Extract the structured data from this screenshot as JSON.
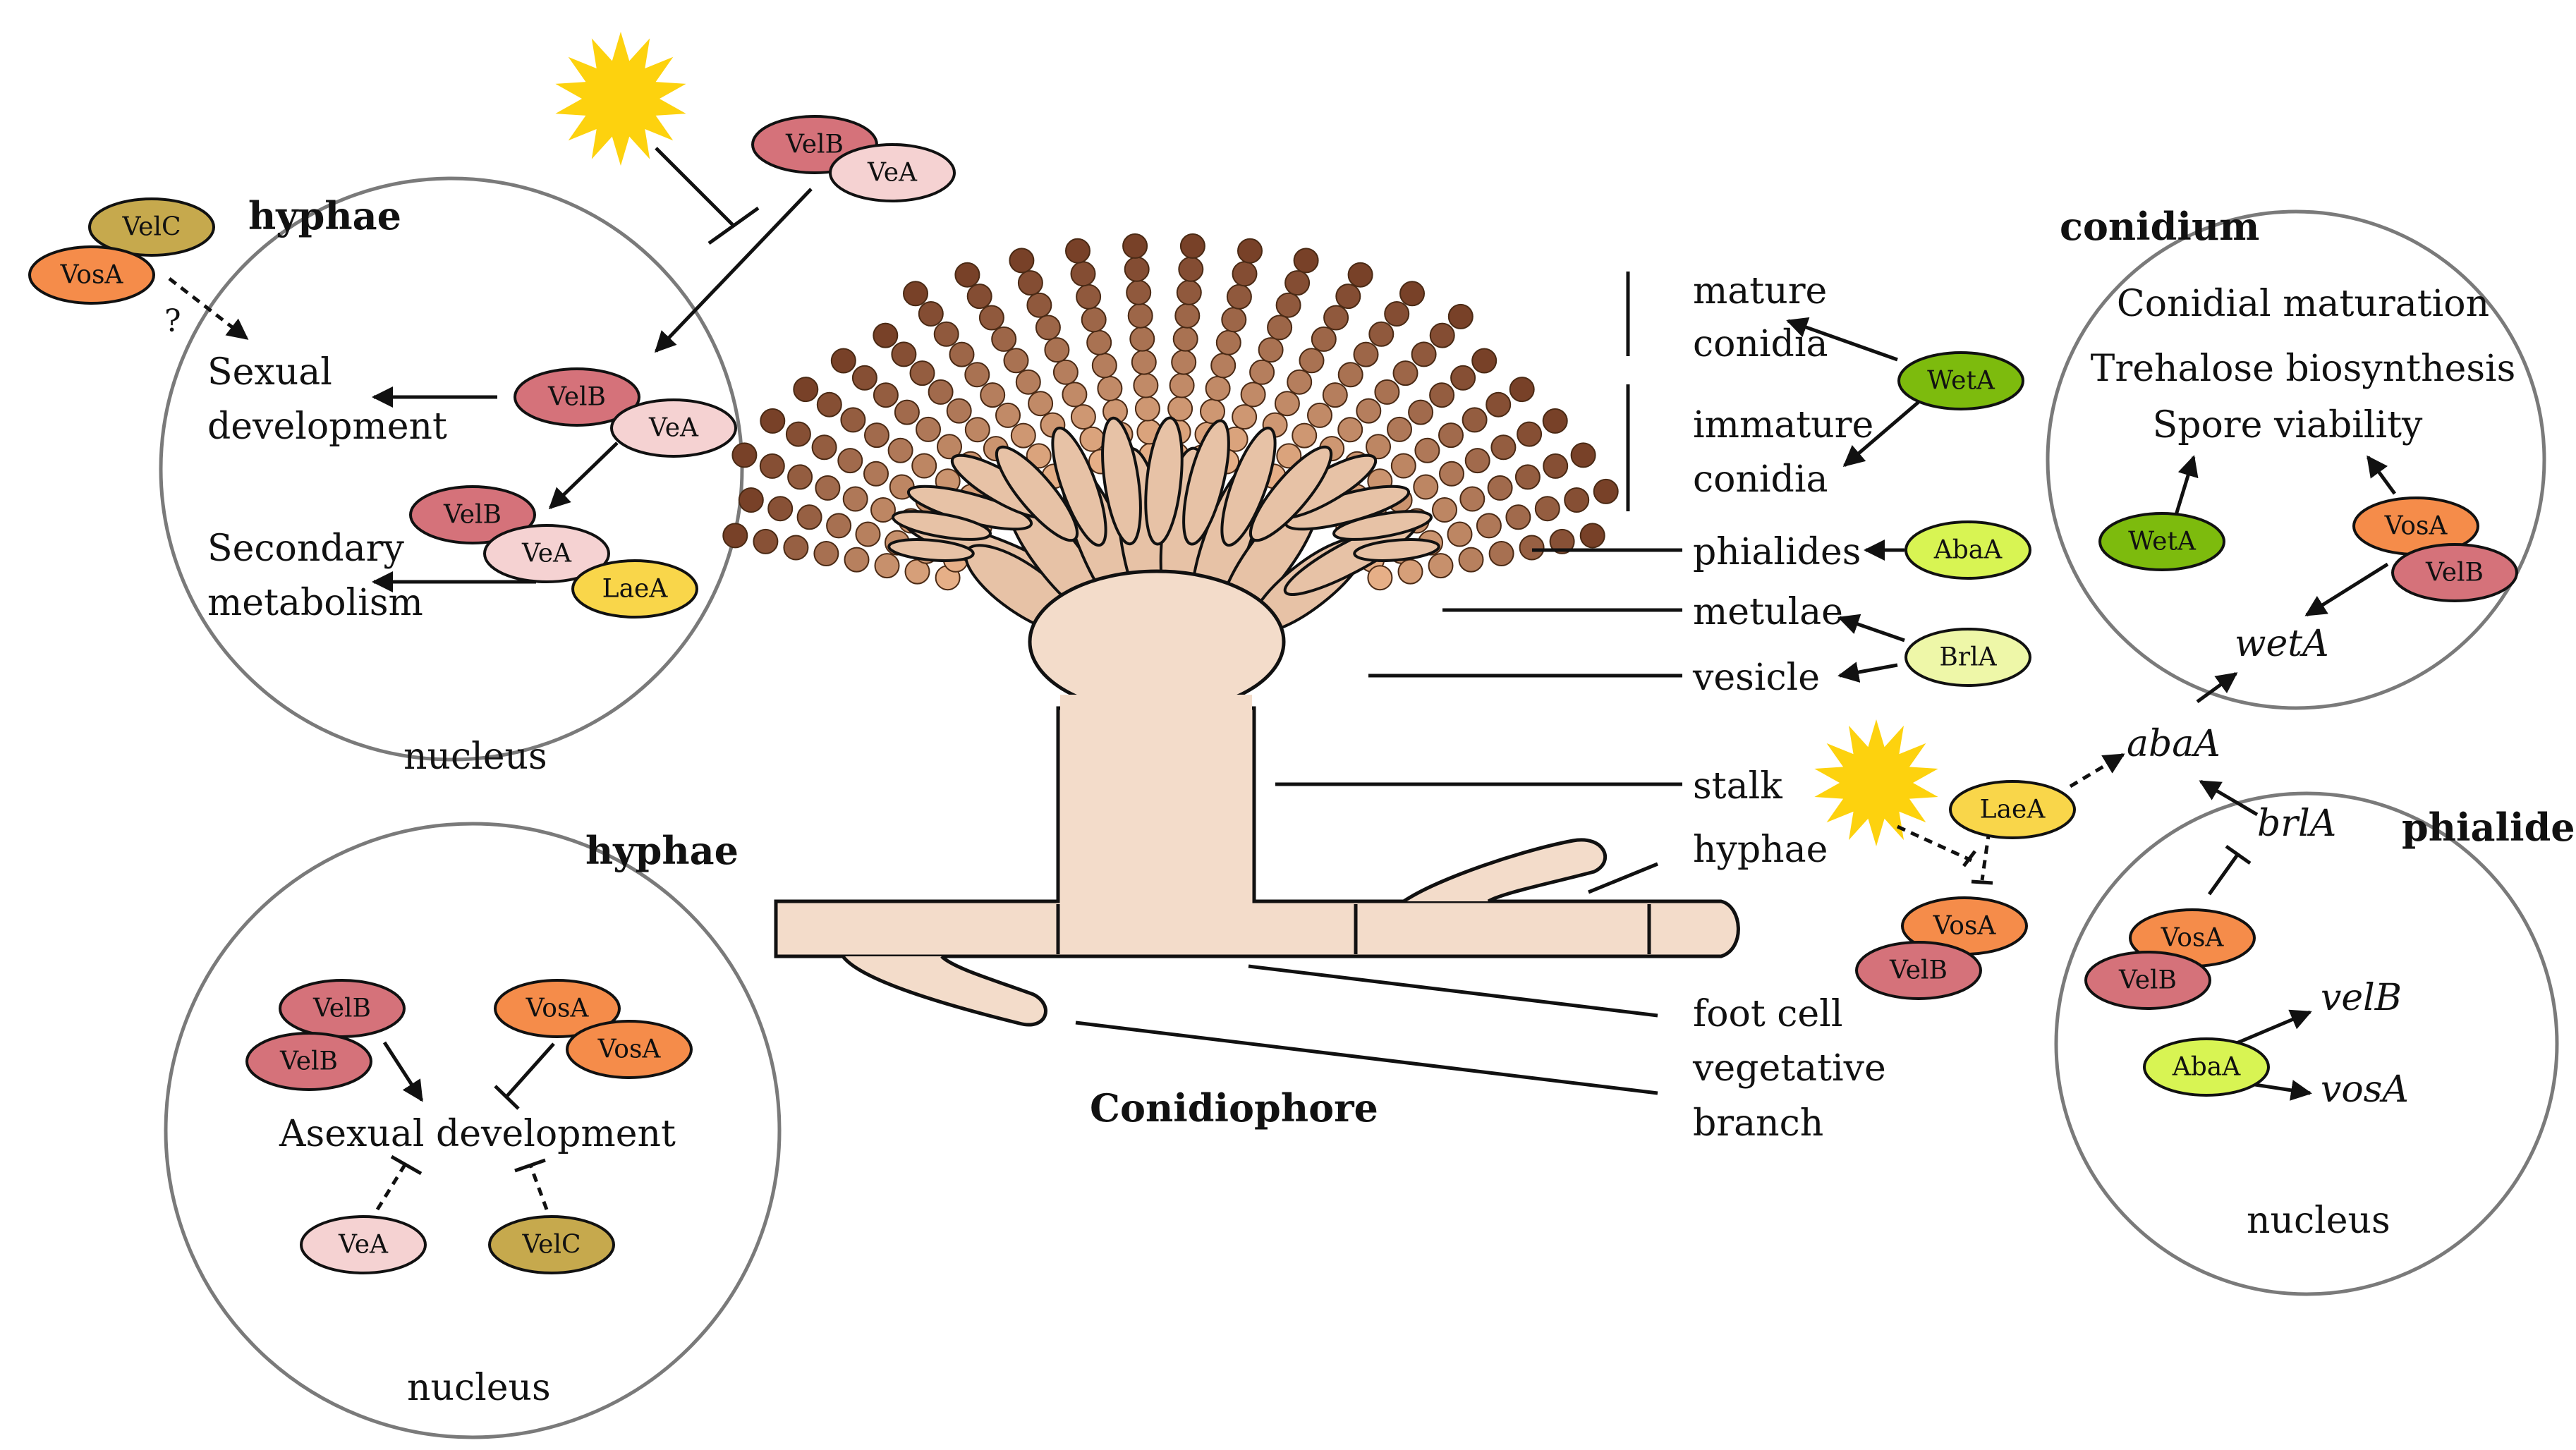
{
  "colors": {
    "VelB": "#d5727a",
    "VeA": "#f5d2d2",
    "VelC": "#c6a94d",
    "VosA": "#f58c4a",
    "LaeA": "#f9d64a",
    "WetA": "#7dbb0d",
    "AbaA": "#d8f453",
    "BrlA": "#eef7a8",
    "tissue": "#f3dcca",
    "phialide": "#e7c2a6",
    "sun": "#fdd20e"
  },
  "proteins": {
    "velb": "VelB",
    "vea": "VeA",
    "velc": "VelC",
    "vosa": "VosA",
    "laea": "LaeA",
    "weta": "WetA",
    "abaa": "AbaA",
    "brla": "BrlA"
  },
  "panels": {
    "hyphae_sexual": {
      "title": "hyphae",
      "nucleus": "nucleus",
      "sexual": [
        "Sexual",
        "development"
      ],
      "secondary": [
        "Secondary",
        "metabolism"
      ],
      "question": "?"
    },
    "hyphae_asexual": {
      "title": "hyphae",
      "nucleus": "nucleus",
      "asexual": "Asexual development"
    },
    "conidium": {
      "title": "conidium",
      "lines": [
        "Conidial maturation",
        "Trehalose biosynthesis",
        "Spore viability"
      ],
      "gene": "wetA"
    },
    "phialide": {
      "title": "phialide",
      "nucleus": "nucleus",
      "genes": {
        "brla": "brlA",
        "velb": "velB",
        "vosa": "vosA"
      }
    }
  },
  "conidiophore": {
    "title": "Conidiophore",
    "labels": {
      "mature": [
        "mature",
        "conidia"
      ],
      "immature": [
        "immature",
        "conidia"
      ],
      "phialides": "phialides",
      "metulae": "metulae",
      "vesicle": "vesicle",
      "stalk": "stalk",
      "hyphae": "hyphae",
      "foot_cell": "foot cell",
      "vegetative": [
        "vegetative",
        "branch"
      ]
    },
    "abaa_gene": "abaA"
  }
}
